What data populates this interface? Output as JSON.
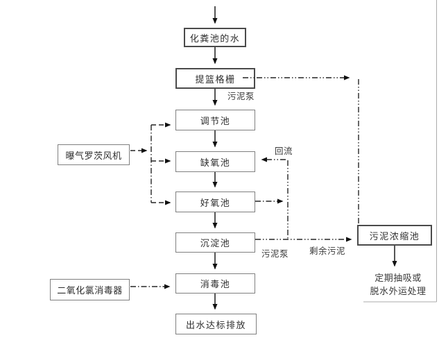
{
  "diagram": {
    "type": "process-flowchart",
    "subject": "sewage treatment process",
    "nodes": {
      "septic_water": "化粪池的水",
      "basket_screen": "提篮格栅",
      "regulating_tank": "调节池",
      "anoxic_tank": "缺氧池",
      "aerobic_tank": "好氧池",
      "sedimentation_tank": "沉淀池",
      "disinfection_tank": "消毒池",
      "effluent_discharge": "出水达标排放",
      "roots_blower": "曝气罗茨风机",
      "chlorine_dioxide_disinfector": "二氧化氯消毒器",
      "sludge_thickener": "污泥浓缩池"
    },
    "labels": {
      "sludge_pump_top": "污泥泵",
      "reflux": "回流",
      "sludge_pump_bottom": "污泥泵",
      "excess_sludge": "剩余污泥",
      "disposal_line1": "定期抽吸或",
      "disposal_line2": "脱水外运处理"
    },
    "colors": {
      "background": "#ffffff",
      "line": "#1c1c1c",
      "box_border": "#7f7f7f",
      "box_border_heavy": "#4a4a4a",
      "text": "#2e2e2e",
      "frame": "#ababab"
    }
  }
}
